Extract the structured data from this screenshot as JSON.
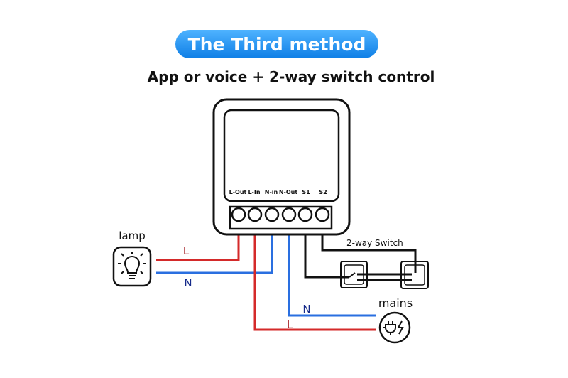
{
  "banner": {
    "title": "The Third method"
  },
  "subtitle": "App or voice + 2-way switch control",
  "device": {
    "terminals": [
      "L-Out",
      "L-In",
      "N-in",
      "N-Out",
      "S1",
      "S2"
    ]
  },
  "lamp": {
    "label": "lamp",
    "icon": "lightbulb-icon"
  },
  "mains": {
    "label": "mains",
    "icon": "plug-power-icon"
  },
  "switch": {
    "label": "2-way Switch"
  },
  "wire_labels": {
    "lamp_l": "L",
    "lamp_n": "N",
    "mains_n": "N",
    "mains_l": "L"
  },
  "colors": {
    "live": "#d42a2a",
    "neutral": "#2a6fe0",
    "switch_wire": "#111111",
    "banner": "#1e90f0",
    "label_live": "#a0161c",
    "label_neutral": "#152a8a"
  }
}
